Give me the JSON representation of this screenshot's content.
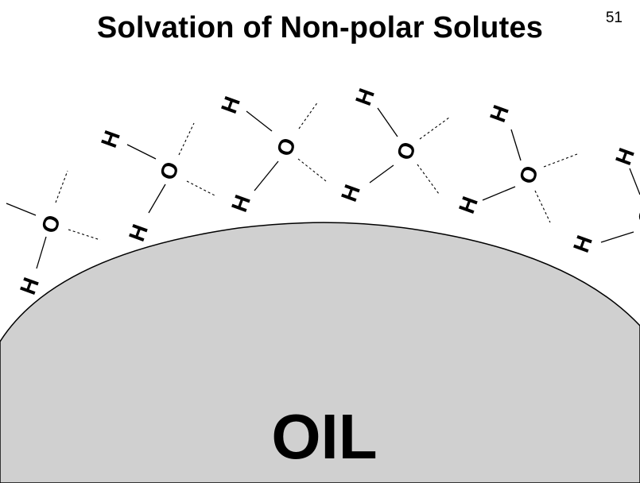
{
  "slide": {
    "title": "Solvation of Non-polar Solutes",
    "page_number": "51"
  },
  "solute": {
    "label": "OIL",
    "fill_color": "#d0d0d0",
    "stroke_color": "#000000"
  },
  "molecule_atoms": {
    "oxygen": "O",
    "hydrogen": "H"
  },
  "water_molecule_count": 6,
  "colors": {
    "background": "#ffffff",
    "text": "#000000"
  }
}
